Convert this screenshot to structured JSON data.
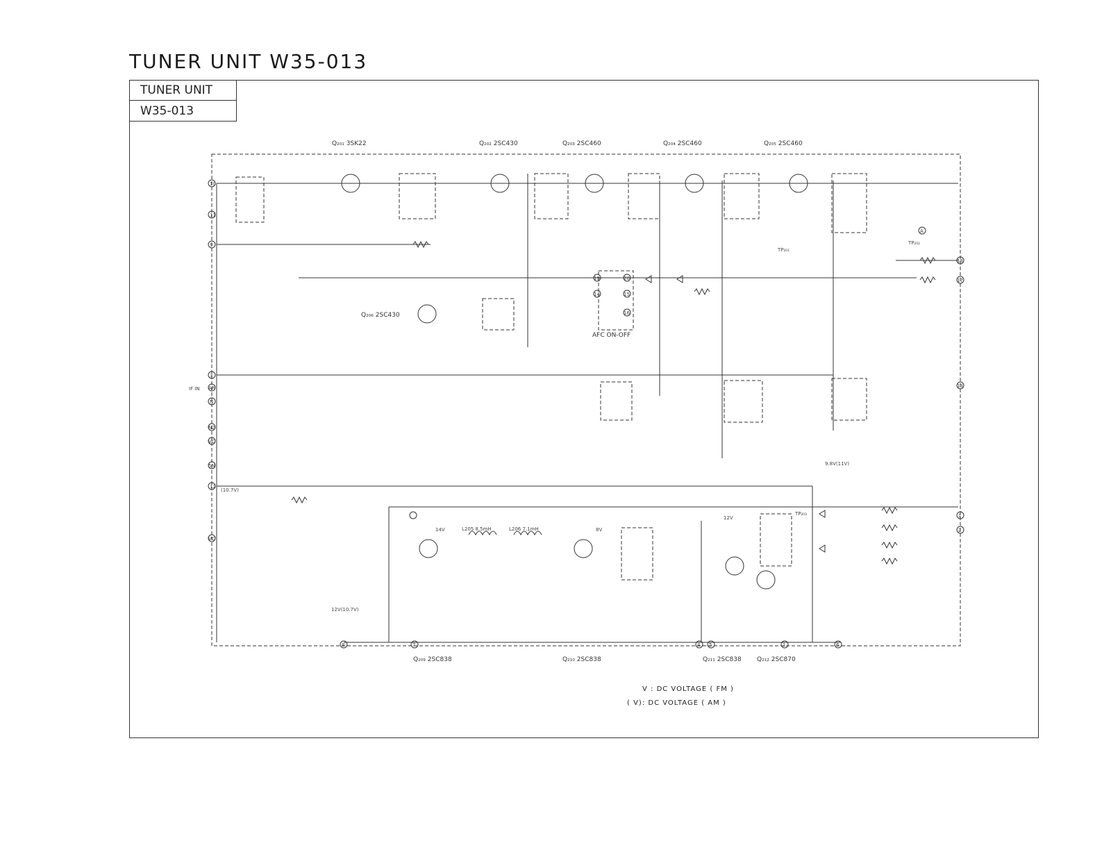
{
  "page": {
    "title": "TUNER UNIT  W35-013"
  },
  "title_block": {
    "line1": "TUNER UNIT",
    "line2": "W35-013"
  },
  "transistors": [
    {
      "ref": "Q₂₀₁",
      "type": "3SK22"
    },
    {
      "ref": "Q₂₀₂",
      "type": "2SC430"
    },
    {
      "ref": "Q₂₀₃",
      "type": "2SC460"
    },
    {
      "ref": "Q₂₀₄",
      "type": "2SC460"
    },
    {
      "ref": "Q₂₀₅",
      "type": "2SC460"
    },
    {
      "ref": "Q₂₀₆",
      "type": "2SC430"
    },
    {
      "ref": "Q₂₀₉",
      "type": "2SC838"
    },
    {
      "ref": "Q₂₁₀",
      "type": "2SC838"
    },
    {
      "ref": "Q₂₁₁",
      "type": "2SC838"
    },
    {
      "ref": "Q₂₁₂",
      "type": "2SC870"
    }
  ],
  "afc_label": "AFC ON-OFF",
  "if_in_label": "IF IN",
  "voltage_labels": {
    "v_10_7": "(10.7V)",
    "v_12": "12V(10.7V)",
    "v_12b": "12V",
    "v_9_8": "9.8V(11V)",
    "v_8": "8V",
    "v_14": "14V"
  },
  "test_points": [
    "TP₂₀₁",
    "TP₂₀₂",
    "TP₂₀₃"
  ],
  "inductors": {
    "l205": "L205 8.5mH",
    "l206": "L206 7.1mH"
  },
  "terminals": [
    "10",
    "11",
    "9",
    "3",
    "AR",
    "N",
    "N2",
    "VC",
    "5N",
    "12",
    "VC",
    "8",
    "7",
    "4",
    "5",
    "1",
    "6",
    "2",
    "1",
    "13",
    "17",
    "18",
    "19",
    "14",
    "15",
    "16",
    "20",
    "A"
  ],
  "legend": {
    "fm": "V : DC  VOLTAGE  ( FM )",
    "am": "(  V): DC  VOLTAGE  ( AM )"
  }
}
